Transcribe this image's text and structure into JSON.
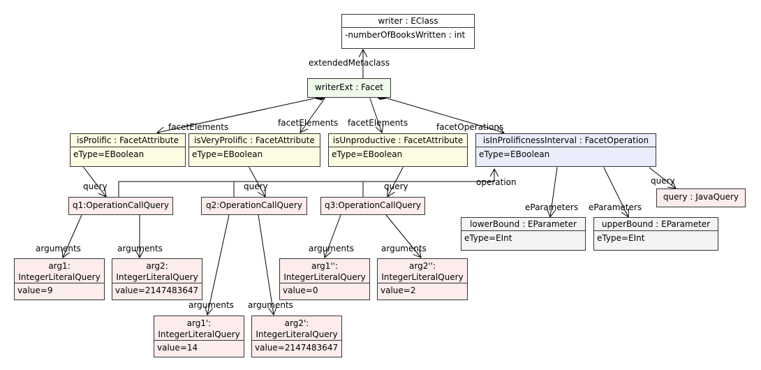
{
  "nodes": {
    "writer": {
      "title": "writer : EClass",
      "attr": "-numberOfBooksWritten : int"
    },
    "writerExt": {
      "title": "writerExt : Facet"
    },
    "isProlific": {
      "title": "isProlific : FacetAttribute",
      "attr": "eType=EBoolean"
    },
    "isVeryProlific": {
      "title": "isVeryProlific : FacetAttribute",
      "attr": "eType=EBoolean"
    },
    "isUnproductive": {
      "title": "isUnproductive : FacetAttribute",
      "attr": "eType=EBoolean"
    },
    "isInProl": {
      "title": "isInProlificnessInterval : FacetOperation",
      "attr": "eType=EBoolean"
    },
    "q1": {
      "title": "q1:OperationCallQuery"
    },
    "q2": {
      "title": "q2:OperationCallQuery"
    },
    "q3": {
      "title": "q3:OperationCallQuery"
    },
    "javaQuery": {
      "title": "query : JavaQuery"
    },
    "lowerBound": {
      "title": "lowerBound : EParameter",
      "attr": "eType=EInt"
    },
    "upperBound": {
      "title": "upperBound : EParameter",
      "attr": "eType=EInt"
    },
    "arg1": {
      "title1": "arg1:",
      "title2": "IntegerLiteralQuery",
      "attr": "value=9"
    },
    "arg2": {
      "title1": "arg2:",
      "title2": "IntegerLiteralQuery",
      "attr": "value=2147483647"
    },
    "arg1p": {
      "title1": "arg1':",
      "title2": "IntegerLiteralQuery",
      "attr": "value=14"
    },
    "arg2p": {
      "title1": "arg2':",
      "title2": "IntegerLiteralQuery",
      "attr": "value=2147483647"
    },
    "arg1pp": {
      "title1": "arg1'':",
      "title2": "IntegerLiteralQuery",
      "attr": "value=0"
    },
    "arg2pp": {
      "title1": "arg2'':",
      "title2": "IntegerLiteralQuery",
      "attr": "value=2"
    }
  },
  "labels": {
    "extendedMetaclass": "extendedMetaclass",
    "facetElements": "facetElements",
    "facetOperations": "facetOperations",
    "query": "query",
    "operation": "operation",
    "arguments": "arguments",
    "eParameters": "eParameters"
  },
  "colors": {
    "white": "#ffffff",
    "green": "#eefbea",
    "yellow": "#fdfbe2",
    "lavender": "#ecedfc",
    "pink": "#fcecec",
    "gray": "#f4f4f4"
  }
}
